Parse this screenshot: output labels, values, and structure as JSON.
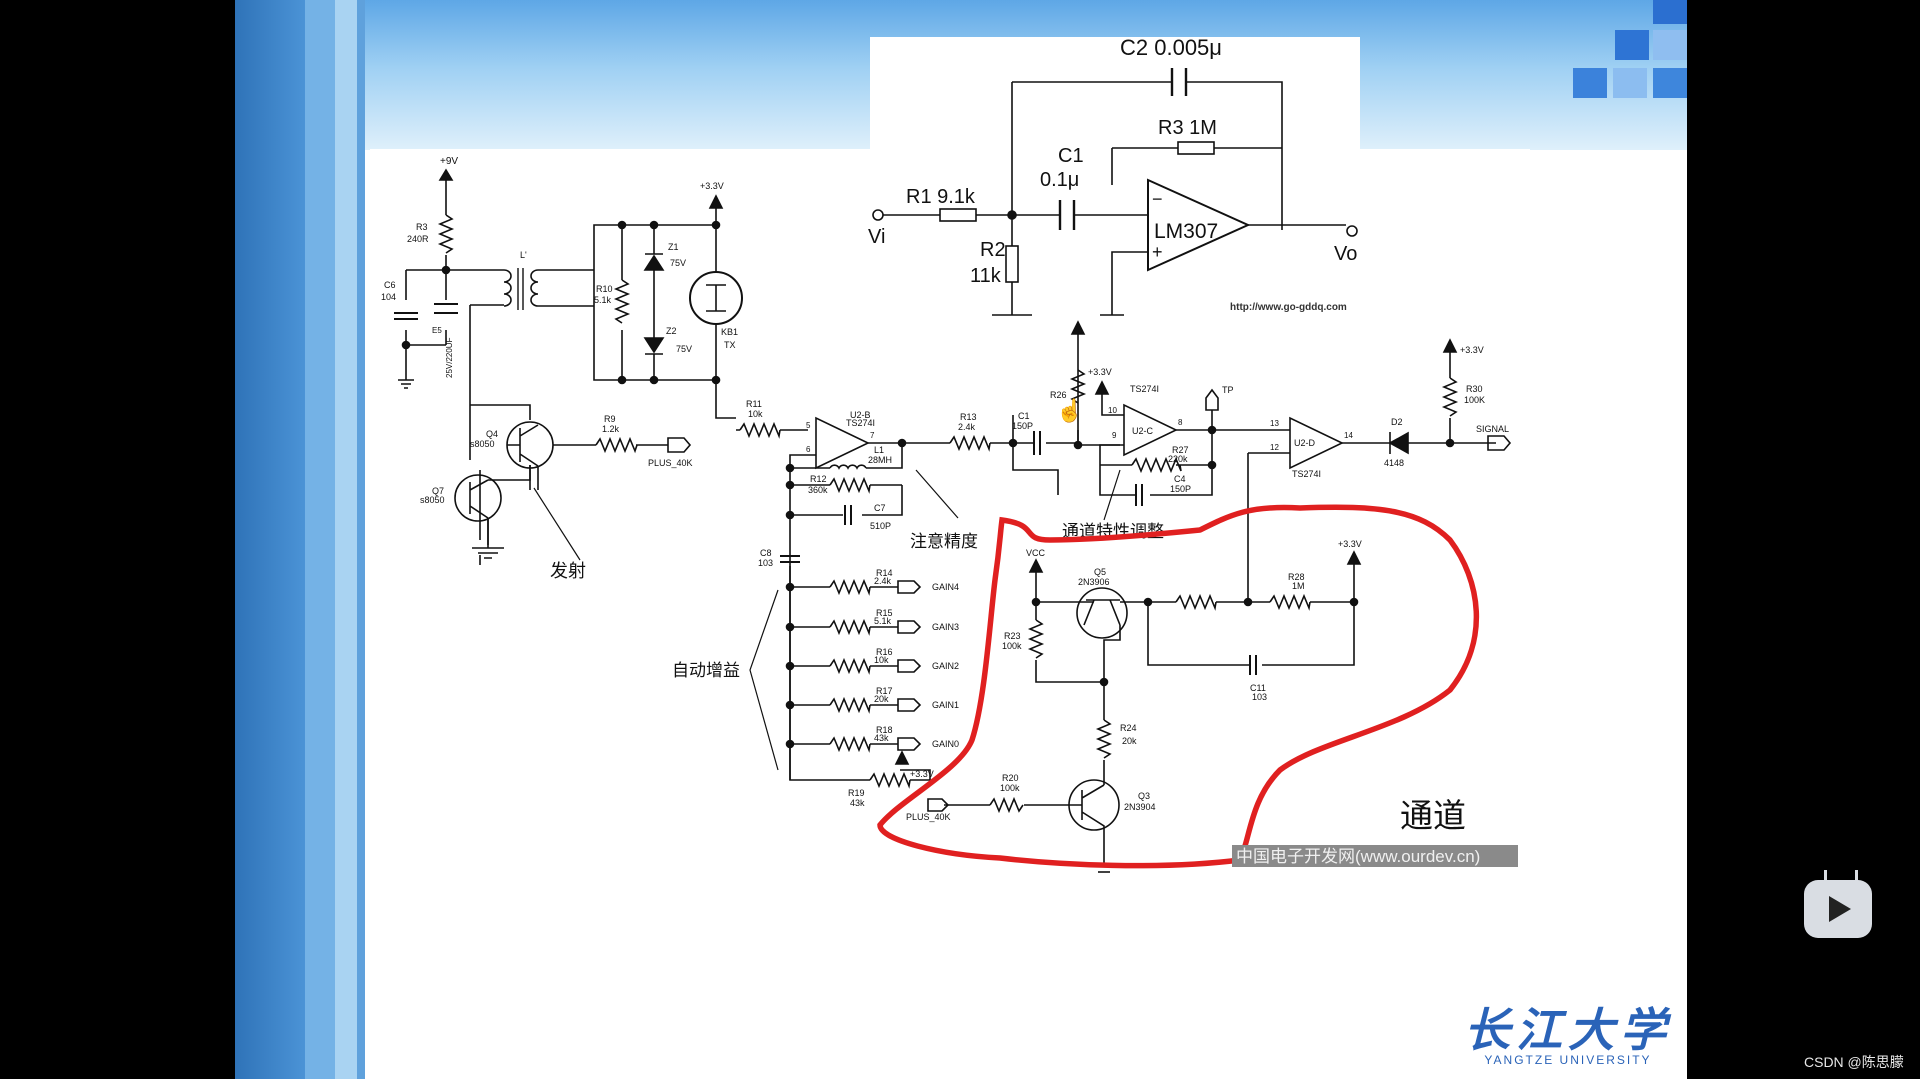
{
  "inset_circuit": {
    "c2": "C2  0.005μ",
    "r3": "R3  1M",
    "c1": "C1",
    "c1_value": "0.1μ",
    "r1": "R1  9.1k",
    "r2": "R2",
    "r2_value": "11k",
    "opamp": "LM307",
    "vi": "Vi",
    "vo": "Vo",
    "url": "http://www.go-gddq.com"
  },
  "main_circuit": {
    "plus9v": "+9V",
    "r3": "R3",
    "r3_value": "240R",
    "c6": "C6",
    "c6_value": "104",
    "c5_value": "25V/220UF",
    "l_label": "L'",
    "r10": "R10",
    "r10_value": "5.1k",
    "z1": "Z1",
    "z1_value": "75V",
    "z2": "Z2",
    "z2_value": "75V",
    "kb1": "KB1",
    "tx": "TX",
    "plus33_top": "+3.3V",
    "q4": "Q4",
    "q4_value": "s8050",
    "q7": "Q7",
    "q7_value": "s8050",
    "r9": "R9",
    "r9_value": "1.2k",
    "plus_40k": "PLUS_40K",
    "r11": "R11",
    "r11_value": "10k",
    "u2b": "U2-B",
    "u2b_chip": "TS274I",
    "l1": "L1",
    "l1_value": "28MH",
    "r12": "R12",
    "r12_value": "360k",
    "c7": "C7",
    "c7_value": "510P",
    "c8": "C8",
    "c8_value": "103",
    "r13": "R13",
    "r13_value": "2.4k",
    "c1": "C1",
    "c1_value": "150P",
    "r26": "R26",
    "plus33_mid": "+3.3V",
    "u2c_chip": "TS274I",
    "u2c": "U2-C",
    "r27": "R27",
    "r27_value": "220k",
    "c4": "C4",
    "c4_value": "150P",
    "tp": "TP",
    "u2d": "U2-D",
    "u2d_chip": "TS274I",
    "d2": "D2",
    "d2_value": "4148",
    "plus33_right": "+3.3V",
    "r30": "R30",
    "r30_value": "100K",
    "signal": "SIGNAL",
    "gains": [
      {
        "r": "R14",
        "v": "2.4k",
        "g": "GAIN4"
      },
      {
        "r": "R15",
        "v": "5.1k",
        "g": "GAIN3"
      },
      {
        "r": "R16",
        "v": "10k",
        "g": "GAIN2"
      },
      {
        "r": "R17",
        "v": "20k",
        "g": "GAIN1"
      },
      {
        "r": "R18",
        "v": "43k",
        "g": "GAIN0"
      }
    ],
    "r19": "R19",
    "r19_value": "43k",
    "plus33_low": "+3.3V",
    "vcc": "VCC",
    "q5": "Q5",
    "q5_value": "2N3906",
    "r23": "R23",
    "r23_value": "100k",
    "r28": "R28",
    "r28_value": "1M",
    "plus33_box": "+3.3V",
    "c11": "C11",
    "c11_value": "103",
    "r24": "R24",
    "r24_value": "20k",
    "r20": "R20",
    "r20_value": "100k",
    "q3": "Q3",
    "q3_value": "2N3904",
    "plus_40k_2": "PLUS_40K"
  },
  "annotations": {
    "fashe": "发射",
    "zhuyi": "注意精度",
    "tongdao_tiao": "通道特性调整",
    "zidong": "自动增益",
    "tongdao": "通道",
    "watermark": "中国电子开发网(www.ourdev.cn)"
  },
  "logo": {
    "cn": "长江大学",
    "en": "YANGTZE UNIVERSITY"
  },
  "csdn": "CSDN @陈思朦",
  "colors": {
    "highlight": "#e02020",
    "slide_blue": "#3f8fd6",
    "logo_blue": "#2a63b8"
  }
}
